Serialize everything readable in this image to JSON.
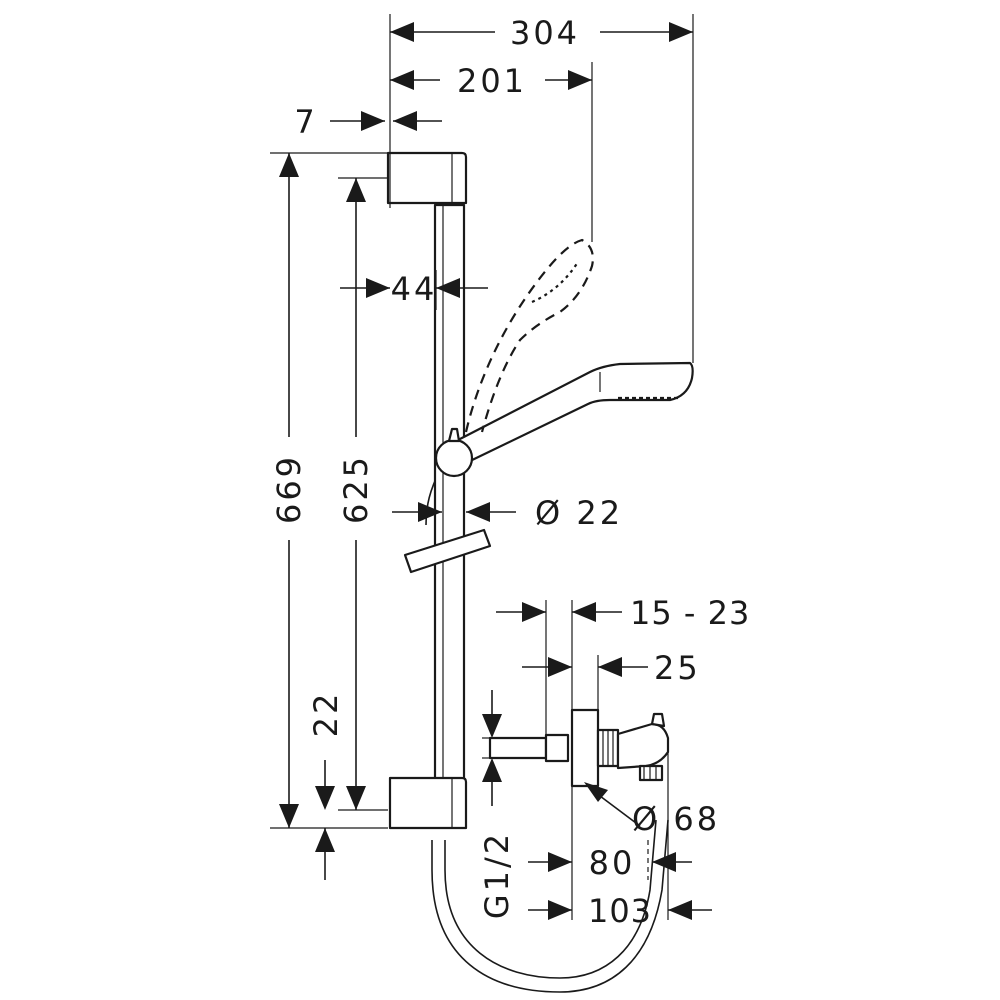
{
  "dimensions": {
    "overall_width": "304",
    "handshower_width": "201",
    "bracket_offset": "7",
    "rail_depth": "44",
    "total_height": "669",
    "rail_height": "625",
    "rail_diameter": "Ø 22",
    "bottom_offset": "22",
    "wall_depth_range": "15 - 23",
    "rosette_depth": "25",
    "rosette_diameter": "Ø 68",
    "outlet_depth": "80",
    "total_depth": "103",
    "thread": "G1/2"
  }
}
